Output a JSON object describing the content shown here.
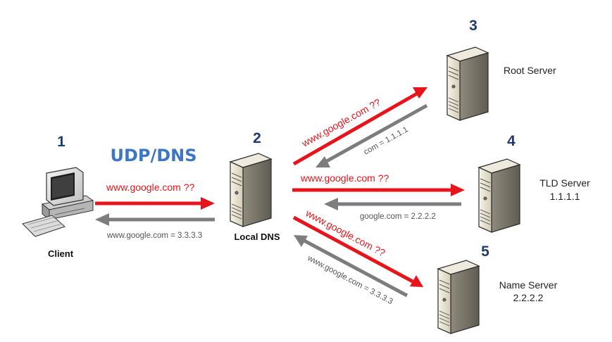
{
  "colors": {
    "request_arrow": "#e8141b",
    "response_arrow": "#7d7d7d",
    "request_text": "#e8141b",
    "response_text": "#555555",
    "step_number": "#1f3a6e",
    "protocol_label": "#3d76c2"
  },
  "protocol_label": "UDP/DNS",
  "nodes": {
    "client": {
      "step": "1",
      "label": "Client",
      "icon": "desktop-computer-icon"
    },
    "local_dns": {
      "step": "2",
      "label": "Local DNS",
      "icon": "server-tower-icon"
    },
    "root_server": {
      "step": "3",
      "label": "Root Server",
      "icon": "server-tower-icon"
    },
    "tld_server": {
      "step": "4",
      "label": "TLD Server",
      "ip": "1.1.1.1",
      "icon": "server-tower-icon"
    },
    "name_server": {
      "step": "5",
      "label": "Name Server",
      "ip": "2.2.2.2",
      "icon": "server-tower-icon"
    }
  },
  "messages": {
    "client_query": "www.google.com ??",
    "client_answer": "www.google.com = 3.3.3.3",
    "root_query": "www.google.com ??",
    "root_answer": "com = 1.1.1.1",
    "tld_query": "www.google.com ??",
    "tld_answer": "google.com  = 2.2.2.2",
    "ns_query": "www.google.com ??",
    "ns_answer": "www.google.com = 3.3.3.3"
  }
}
